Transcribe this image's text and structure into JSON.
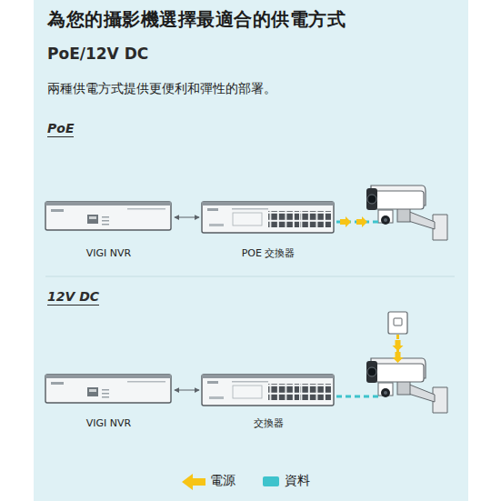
{
  "diagram": {
    "title": "為您的攝影機選擇最適合的供電方式",
    "nodes": [
      {
        "text": [
          "VIGI NVR"
        ]
      },
      {
        "text": [
          "POE 交換器"
        ]
      },
      {
        "text": [
          "VIGI NVR"
        ]
      },
      {
        "text": [
          "交換器"
        ]
      }
    ],
    "edges": [
      {
        "from": 0,
        "to": 1,
        "arrow": "both"
      },
      {
        "from": 2,
        "to": 3,
        "arrow": "both"
      }
    ],
    "labels": [
      "PoE/12V DC",
      "兩種供電方式提供更便利和彈性的部署。",
      "PoE",
      "12V DC"
    ],
    "legend": [
      {
        "text": "電源"
      },
      {
        "text": "資料",
        "color": "#3ec3cc"
      }
    ]
  }
}
